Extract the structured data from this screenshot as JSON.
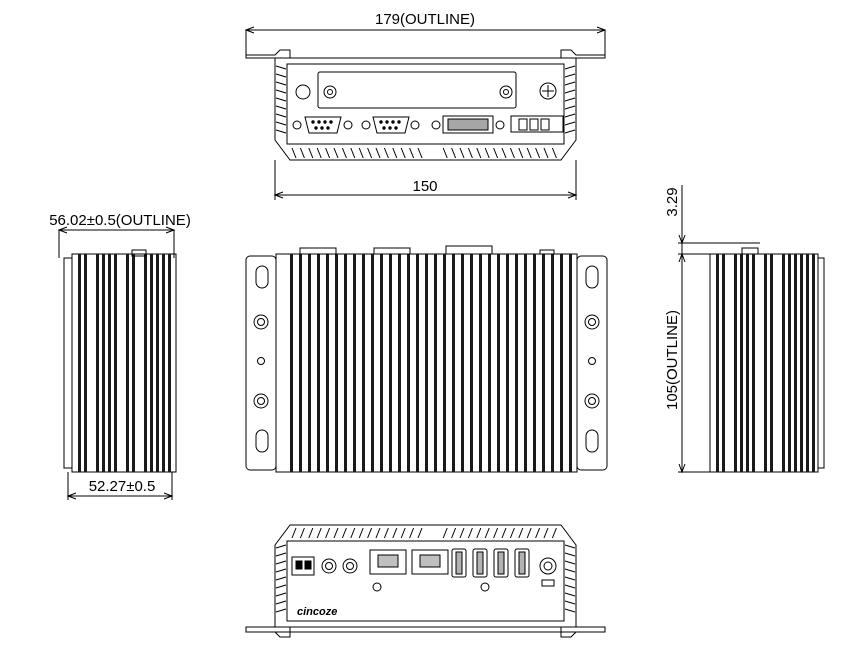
{
  "dimensions": {
    "overall_width": "179(OUTLINE)",
    "body_width": "150",
    "outer_depth": "56.02±0.5(OUTLINE)",
    "inner_depth": "52.27±0.5",
    "foot_height": "3.29",
    "overall_height": "105(OUTLINE)"
  },
  "brand": {
    "logo_text": "cincoze"
  },
  "colors": {
    "line": "#000000",
    "background": "#ffffff",
    "fin_fill": "#1a1a1a"
  }
}
